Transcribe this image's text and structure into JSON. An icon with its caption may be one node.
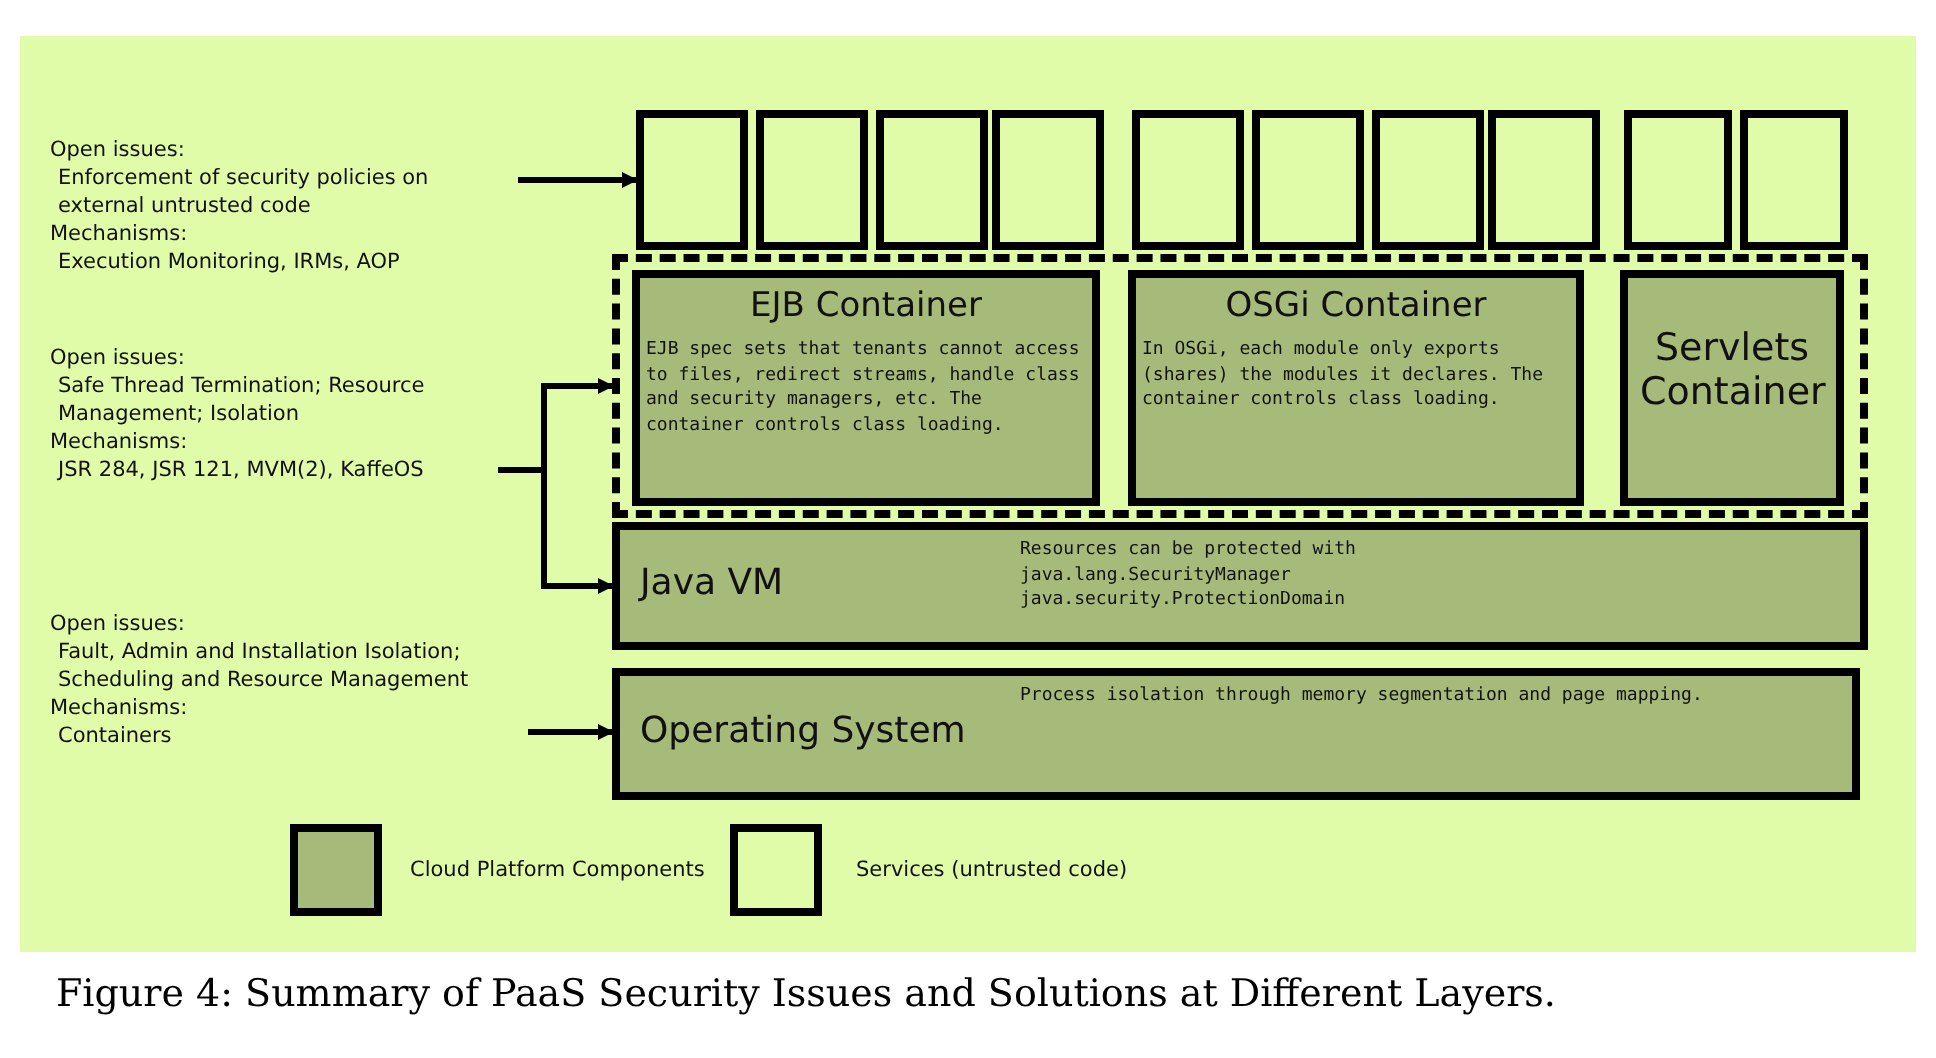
{
  "diagram": {
    "caption": "Figure 4: Summary of PaaS Security Issues and Solutions at Different Layers.",
    "nodes": [
      {
        "text": [
          "Open issues:",
          "Enforcement of security policies on external untrusted code",
          "Mechanisms:",
          "Execution Monitoring, IRMs, AOP"
        ]
      },
      {
        "text": [],
        "shape": "box"
      },
      {
        "text": [],
        "shape": "box"
      },
      {
        "text": [],
        "shape": "box"
      },
      {
        "text": [],
        "shape": "box"
      },
      {
        "text": [],
        "shape": "box"
      },
      {
        "text": [],
        "shape": "box"
      },
      {
        "text": [],
        "shape": "box"
      },
      {
        "text": [],
        "shape": "box"
      },
      {
        "text": [],
        "shape": "box"
      },
      {
        "text": [],
        "shape": "box"
      },
      {
        "text": [
          "Open issues:",
          "Safe Thread Termination; Resource Management; Isolation",
          "Mechanisms:",
          "JSR 284, JSR 121, MVM(2), KaffeOS"
        ]
      },
      {
        "text": [],
        "shape": "box"
      },
      {
        "text": [
          "EJB Container",
          "EJB spec sets that tenants cannot access to files, redirect streams, handle class and security managers, etc. The container controls class loading."
        ],
        "in": 12
      },
      {
        "text": [
          "OSGi Container",
          "In OSGi, each module only exports (shares) the modules it declares. The container controls class loading."
        ],
        "in": 12
      },
      {
        "text": [
          "Servlets Container"
        ],
        "in": 12
      },
      {
        "text": [
          "Java VM",
          "Resources can be protected with java.lang.SecurityManager java.security.ProtectionDomain"
        ]
      },
      {
        "text": [
          "Open issues:",
          "Fault, Admin and Installation Isolation; Scheduling and Resource Management",
          "Mechanisms:",
          "Containers"
        ]
      },
      {
        "text": [
          "Operating System",
          "Process isolation through memory segmentation and page mapping."
        ]
      }
    ],
    "edges": [
      {
        "from": 0,
        "to": 1,
        "arrow": "to"
      },
      {
        "from": 11,
        "to": 12,
        "arrow": "to"
      },
      {
        "from": 11,
        "to": 16,
        "arrow": "to"
      },
      {
        "from": 17,
        "to": 18,
        "arrow": "to"
      }
    ],
    "legend": [
      {
        "text": "Cloud Platform Components",
        "color": "#a6bb7a"
      },
      {
        "text": "Services (untrusted code)"
      }
    ]
  }
}
